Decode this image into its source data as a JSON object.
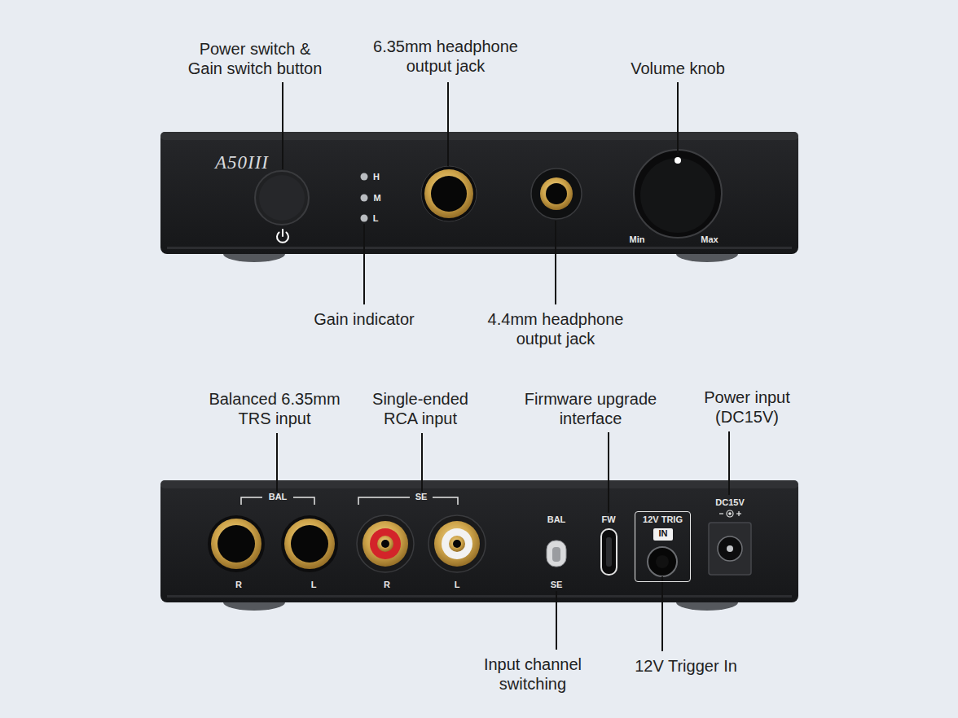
{
  "diagram": {
    "nodes": [
      {
        "text": [
          "A50III",
          "H",
          "M",
          "L",
          "Min",
          "Max"
        ]
      },
      {
        "text": [
          "BAL",
          "R",
          "L",
          "SE",
          "R",
          "L",
          "BAL",
          "SE",
          "FW",
          "DC15V"
        ]
      },
      {
        "text": [
          "12V TRIG"
        ],
        "in": 1
      },
      {
        "text": [
          "IN"
        ],
        "in": 2
      }
    ],
    "labels": [
      "Power switch & Gain switch button",
      "6.35mm headphone output jack",
      "Volume knob",
      "Gain indicator",
      "4.4mm headphone output jack",
      "Balanced 6.35mm TRS input",
      "Single-ended RCA input",
      "Firmware upgrade interface",
      "Power input (DC15V)",
      "Input channel switching",
      "12V Trigger In"
    ]
  }
}
